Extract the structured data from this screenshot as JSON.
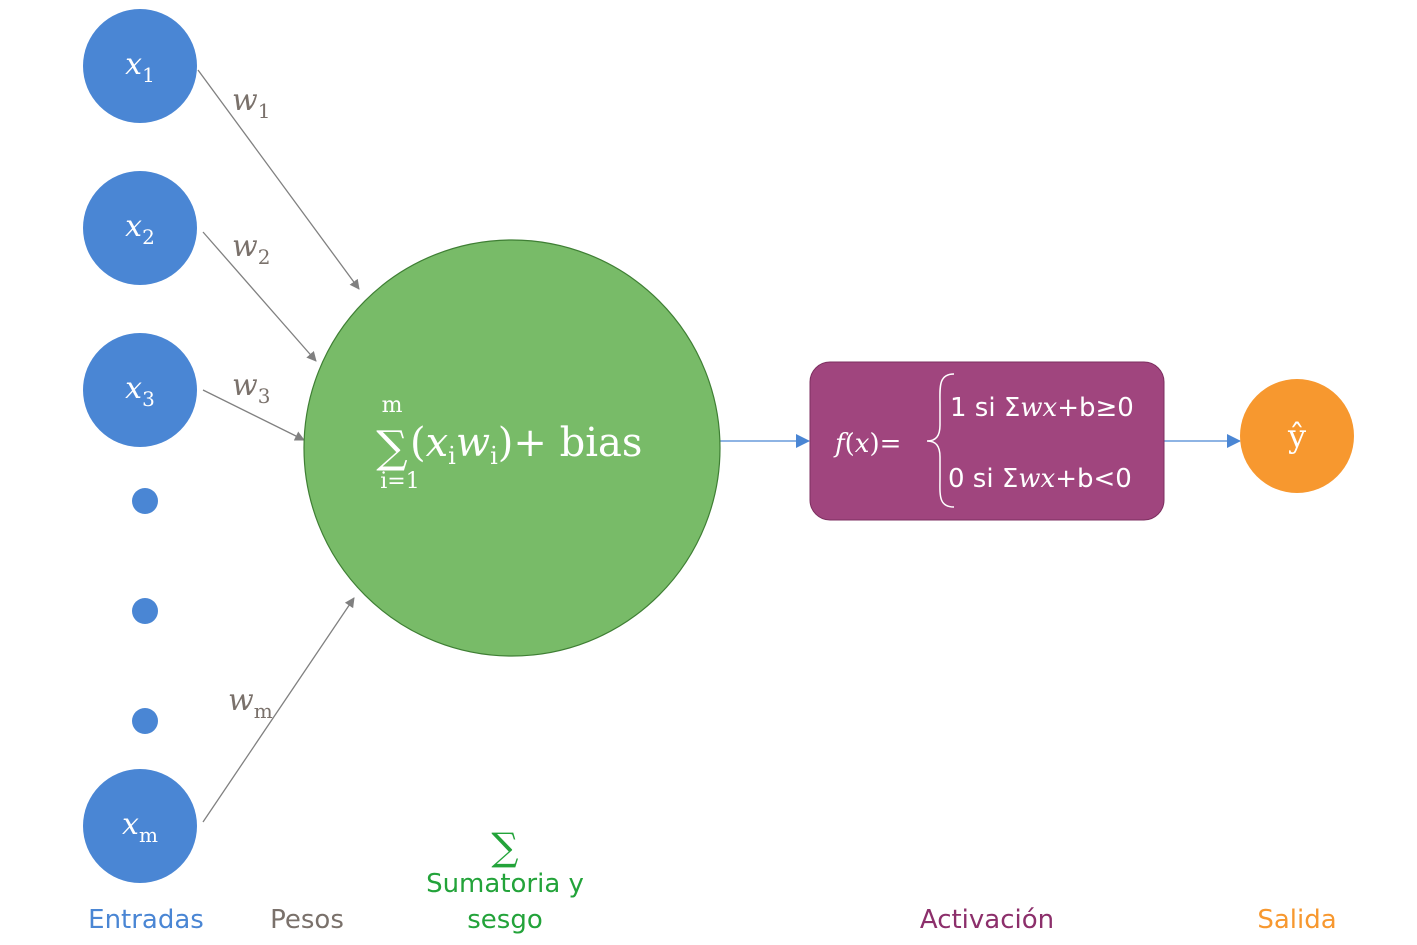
{
  "inputs": [
    {
      "base": "x",
      "sub": "1"
    },
    {
      "base": "x",
      "sub": "2"
    },
    {
      "base": "x",
      "sub": "3"
    },
    {
      "base": "x",
      "sub": "m"
    }
  ],
  "weights": [
    {
      "base": "w",
      "sub": "1"
    },
    {
      "base": "w",
      "sub": "2"
    },
    {
      "base": "w",
      "sub": "3"
    },
    {
      "base": "w",
      "sub": "m"
    }
  ],
  "summation": {
    "sigma": "∑",
    "upper": "m",
    "lower": "i=1",
    "open_paren": "(",
    "x": "x",
    "x_sub": "i",
    "w": "w",
    "w_sub": "i",
    "close_paren": ")",
    "plus_bias": "+ bias"
  },
  "activation": {
    "fx_f": "f",
    "fx_open": "(",
    "fx_x": "x",
    "fx_close": ")",
    "fx_eq": "=",
    "case1_prefix": "1 si Σ",
    "case1_wx": "wx",
    "case1_suffix": "+b≥0",
    "case2_prefix": "0 si Σ",
    "case2_wx": "wx",
    "case2_suffix": "+b<0"
  },
  "output": {
    "label": "ŷ"
  },
  "legend": {
    "sigma_symbol": "∑",
    "entradas": "Entradas",
    "pesos": "Pesos",
    "sumatoria_line1": "Sumatoria y",
    "sumatoria_line2": "sesgo",
    "activacion": "Activación",
    "salida": "Salida"
  },
  "colors": {
    "input": "#4a86d4",
    "weight_text": "#7a716b",
    "sum_node": "#78bb68",
    "sum_stroke": "#3f7f34",
    "activation_box": "#a0457e",
    "output_node": "#f7982f",
    "connector_gray": "#808080",
    "connector_blue": "#4a86d4",
    "legend_sum": "#23a33a",
    "legend_activation": "#8c2f6b"
  }
}
